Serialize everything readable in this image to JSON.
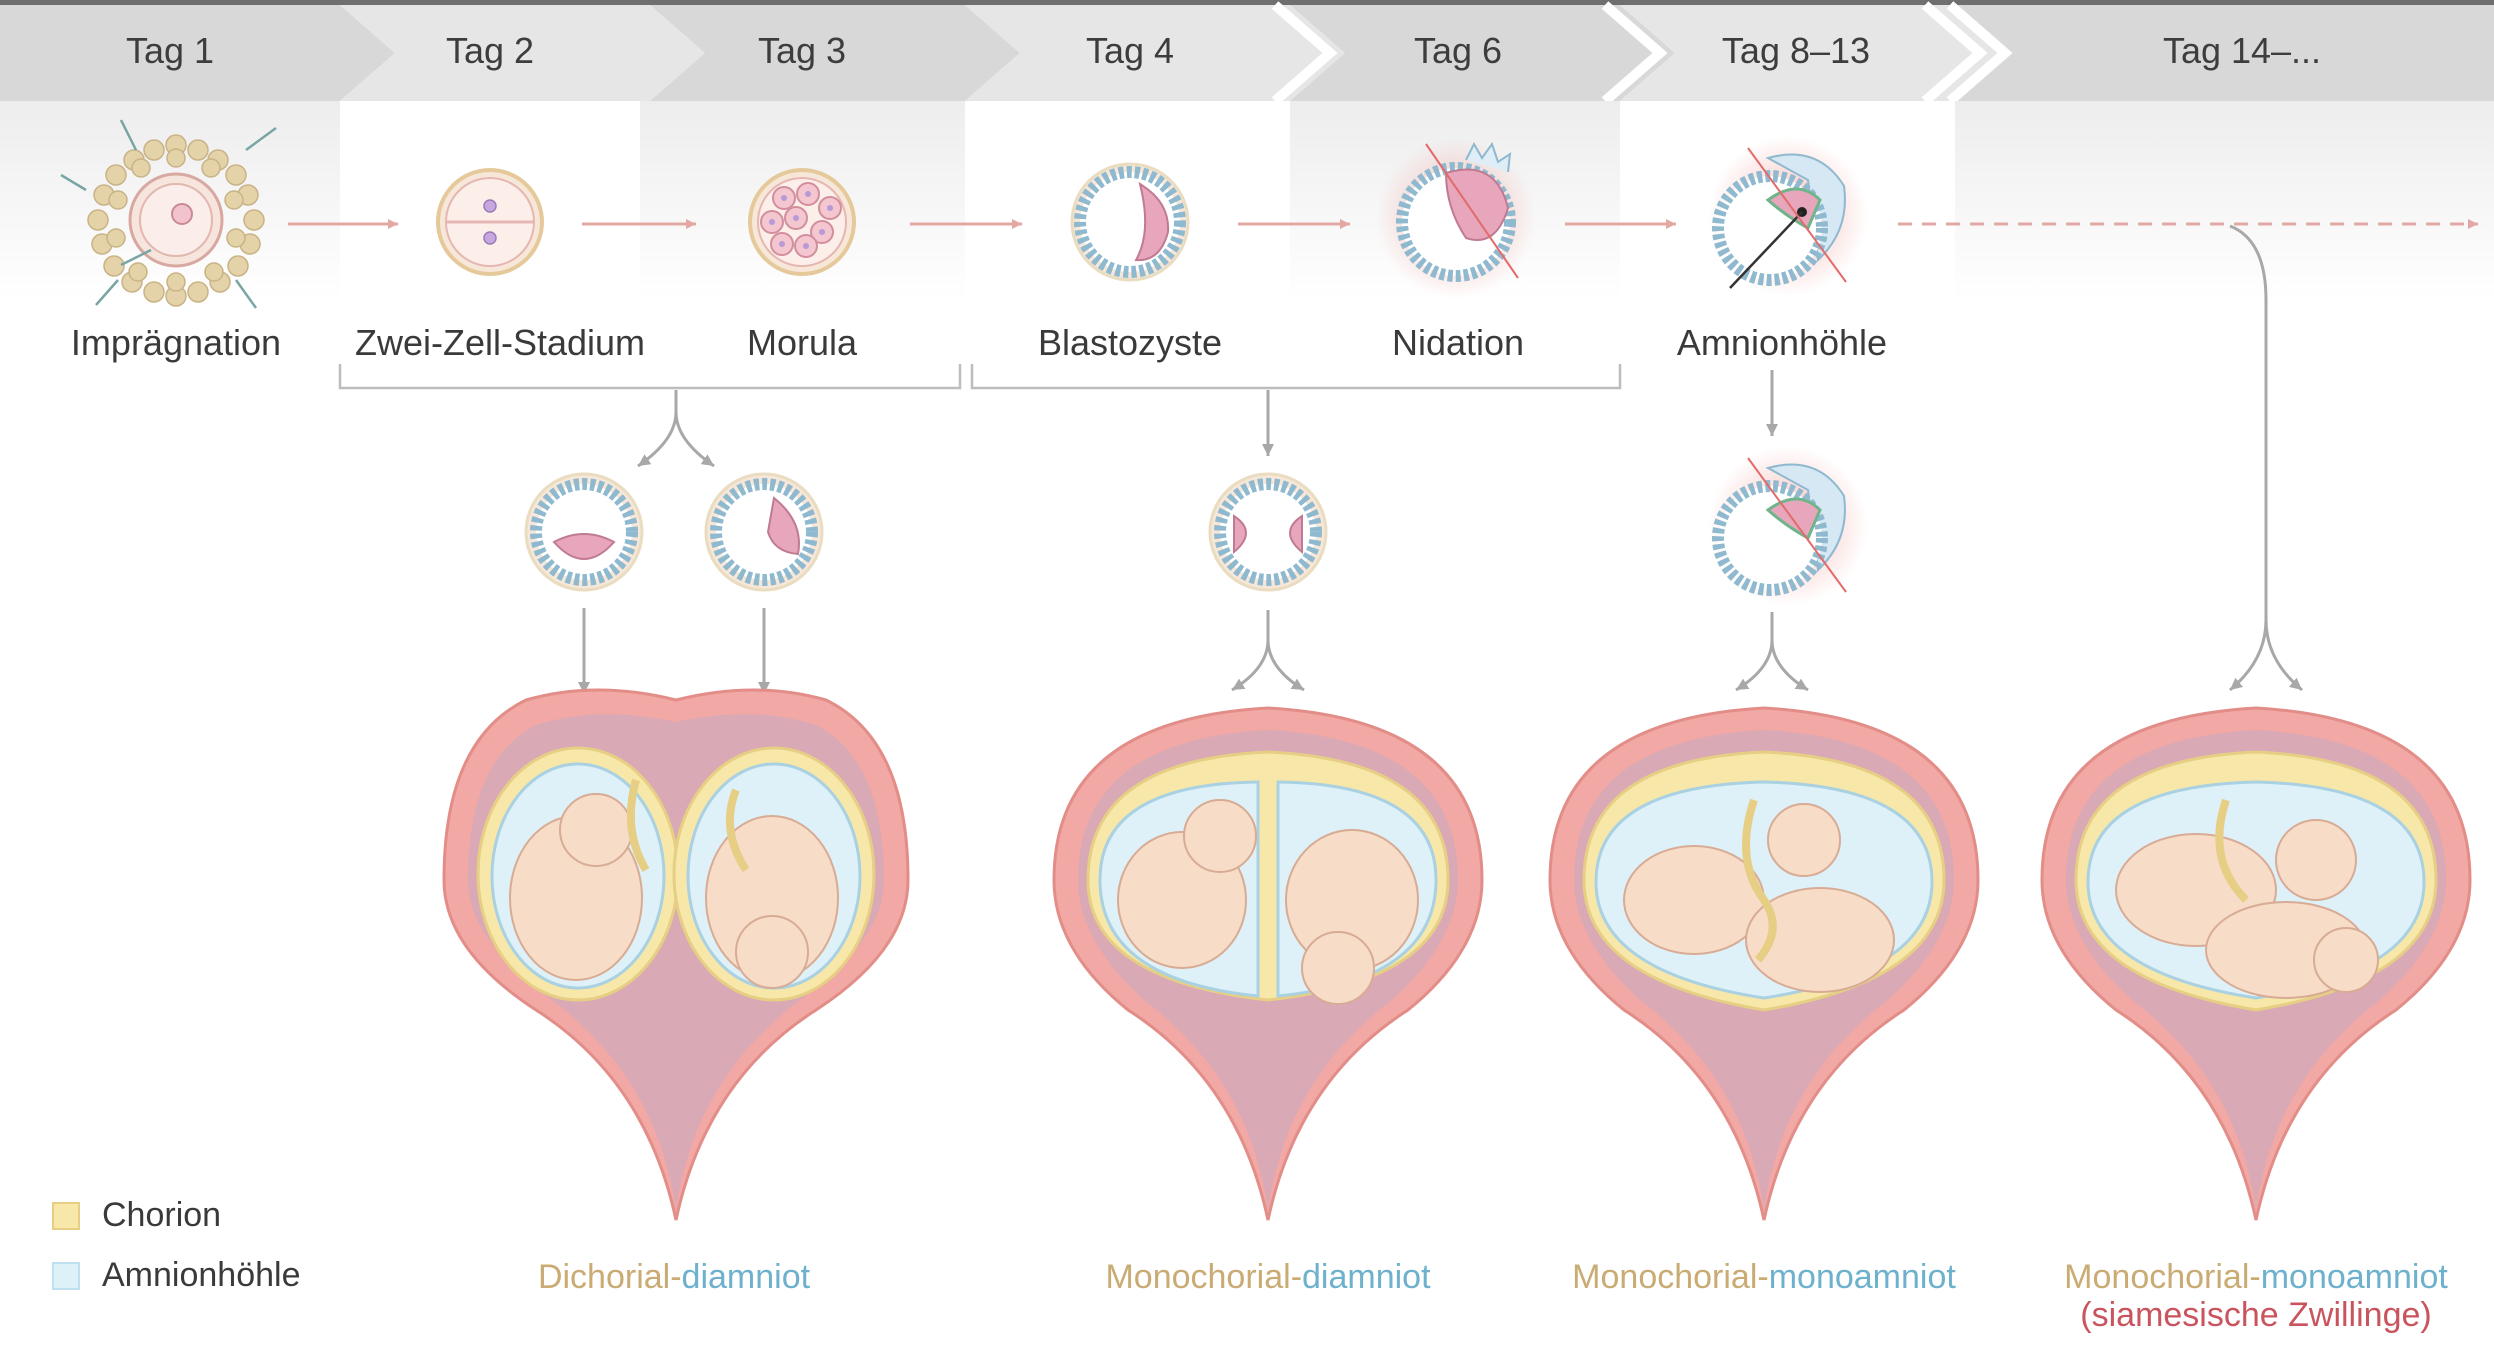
{
  "days": [
    "Tag 1",
    "Tag 2",
    "Tag 3",
    "Tag 4",
    "Tag 6",
    "Tag 8–13",
    "Tag 14–..."
  ],
  "stages": [
    "Imprägnation",
    "Zwei-Zell-Stadium",
    "Morula",
    "Blastozyste",
    "Nidation",
    "Amnionhöhle"
  ],
  "types": [
    {
      "chorion": "Dichorial",
      "sep": "-",
      "amnion": "diamniot"
    },
    {
      "chorion": "Monochorial",
      "sep": "-",
      "amnion": "diamniot"
    },
    {
      "chorion": "Monochorial",
      "sep": "-",
      "amnion": "monoamniot"
    },
    {
      "chorion": "Monochorial",
      "sep": "-",
      "amnion": "monoamniot"
    }
  ],
  "siamese_note": "(siamesische Zwillinge)",
  "legend": {
    "chorion": "Chorion",
    "amnion": "Amnionhöhle"
  },
  "colors": {
    "chorion": "#f7e7a8",
    "amnion": "#def1f8",
    "uterus": "#f2a8a4",
    "fetus": "#f7dcc8",
    "chorion_text": "#c9ab73",
    "amnion_text": "#6db1cc",
    "siamese_text": "#c9545e"
  }
}
